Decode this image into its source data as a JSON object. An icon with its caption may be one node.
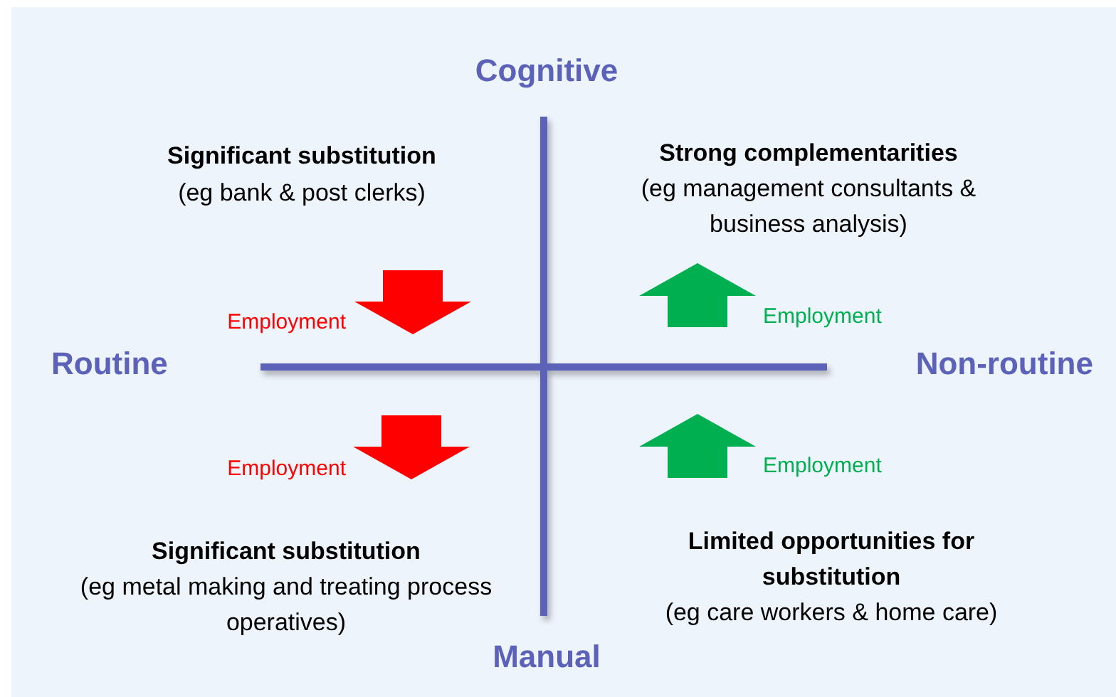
{
  "diagram": {
    "labels": [
      "Cognitive",
      "Significant substitution",
      "(eg bank & post clerks)",
      "Strong complementarities",
      "(eg management consultants & business analysis)",
      "Employment",
      "Employment",
      "Routine",
      "Non-routine",
      "Employment",
      "Employment",
      "Significant substitution",
      "(eg metal making and treating process operatives)",
      "Limited opportunities for substitution",
      "(eg care workers & home care)",
      "Manual"
    ]
  }
}
